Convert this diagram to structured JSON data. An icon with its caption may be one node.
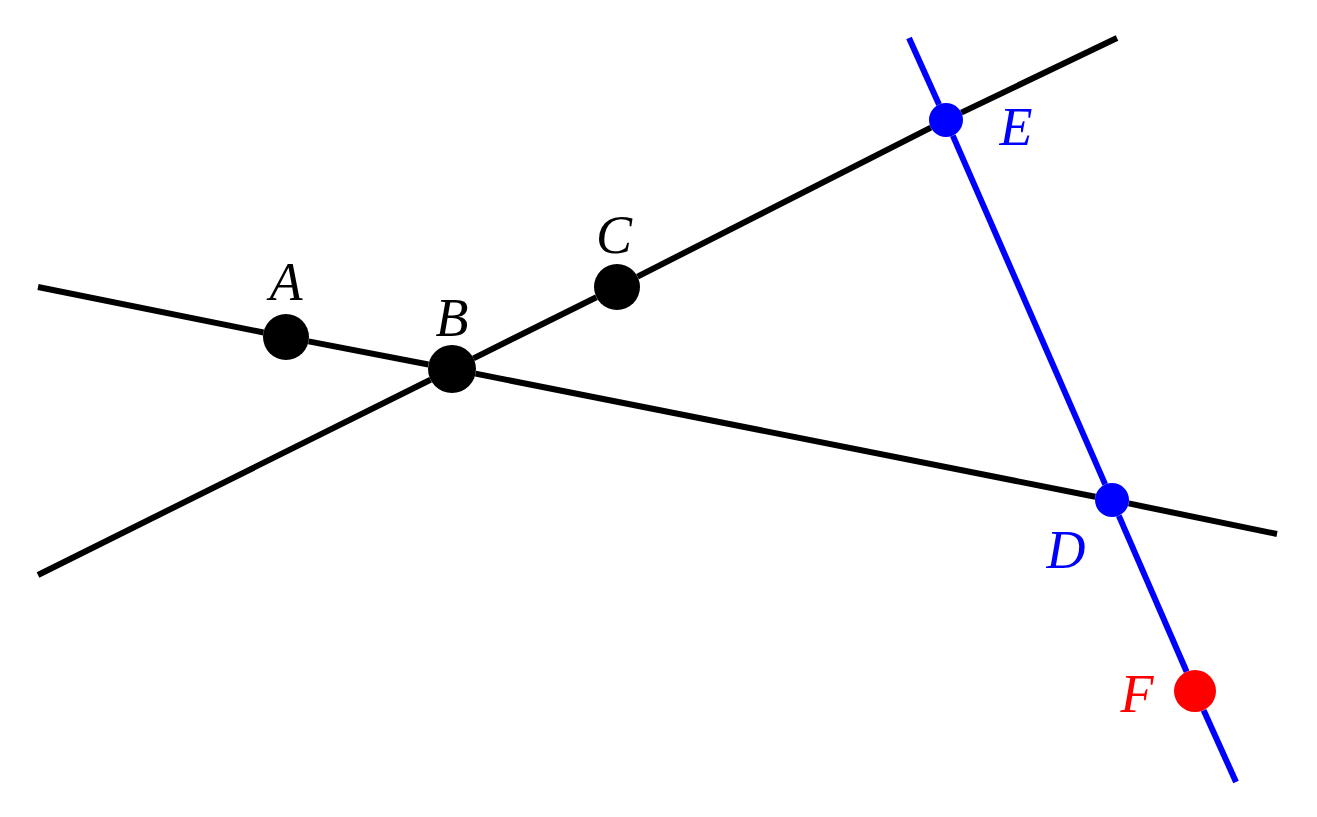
{
  "diagram": {
    "nodes": [
      {
        "text": [],
        "shape": "circle",
        "beside": [
          "A"
        ]
      },
      {
        "text": [],
        "shape": "circle",
        "beside": [
          "B"
        ]
      },
      {
        "text": [],
        "shape": "circle",
        "beside": [
          "C"
        ]
      },
      {
        "text": [],
        "shape": "circle",
        "beside": [
          "D"
        ]
      },
      {
        "text": [],
        "shape": "circle",
        "beside": [
          "E"
        ]
      },
      {
        "text": [],
        "shape": "circle",
        "beside": [
          "F"
        ]
      }
    ],
    "edges": [
      {
        "from": null,
        "to": 0,
        "arrow": "none"
      },
      {
        "from": 0,
        "to": 1,
        "arrow": "none"
      },
      {
        "from": 1,
        "to": 3,
        "arrow": "none"
      },
      {
        "from": 3,
        "to": null,
        "arrow": "none"
      },
      {
        "from": null,
        "to": 1,
        "arrow": "none"
      },
      {
        "from": 1,
        "to": 2,
        "arrow": "none"
      },
      {
        "from": 2,
        "to": 4,
        "arrow": "none"
      },
      {
        "from": 4,
        "to": null,
        "arrow": "none"
      },
      {
        "from": null,
        "to": 4,
        "arrow": "none",
        "color": "#0000ff"
      },
      {
        "from": 4,
        "to": 3,
        "arrow": "none",
        "color": "#0000ff"
      },
      {
        "from": 3,
        "to": 5,
        "arrow": "none",
        "color": "#0000ff"
      },
      {
        "from": 5,
        "to": null,
        "arrow": "none",
        "color": "#0000ff"
      }
    ]
  }
}
